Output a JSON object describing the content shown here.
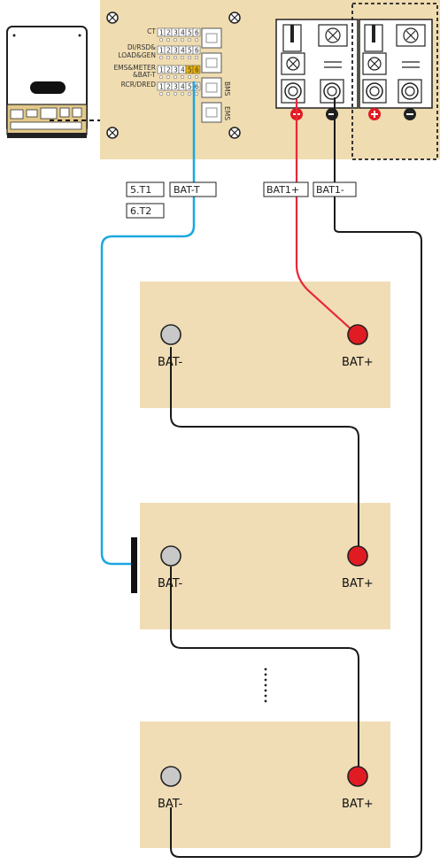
{
  "colors": {
    "panel": "#efdcb0",
    "battery": "#f0ddb5",
    "red_wire": "#e8283a",
    "black_wire": "#1a1a1a",
    "blue_wire": "#1ca7e0",
    "terminal_red": "#e11b22",
    "terminal_grey": "#c8c8c8",
    "highlight": "#f0b400"
  },
  "ports": {
    "ct": "CT",
    "di_rsd": "DI/RSD&",
    "load_gen": "LOAD&GEN",
    "ems_meter": "EMS&METER",
    "bat_t": "&BAT-T",
    "rcr_dred": "RCR/DRED",
    "pins": [
      "1",
      "2",
      "3",
      "4",
      "5",
      "6"
    ],
    "rj45_1": "BMS",
    "rj45_2": "EMS"
  },
  "wire_labels": {
    "t1": "5.T1",
    "t2": "6.T2",
    "bat_t": "BAT-T",
    "bat1_plus": "BAT1+",
    "bat1_minus": "BAT1-"
  },
  "batteries": [
    {
      "neg": "BAT-",
      "pos": "BAT+"
    },
    {
      "neg": "BAT-",
      "pos": "BAT+"
    },
    {
      "neg": "BAT-",
      "pos": "BAT+"
    }
  ],
  "icons": {
    "inverter": "inverter-icon",
    "arrow": "dashed-arrow-icon",
    "plus": "plus-symbol-icon",
    "minus": "minus-symbol-icon"
  }
}
